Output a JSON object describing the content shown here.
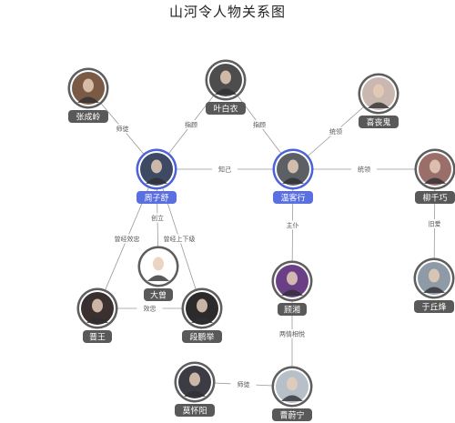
{
  "title": "山河令人物关系图",
  "nodes": [
    {
      "id": "zhangchengling",
      "label": "张成岭",
      "highlight": false,
      "photo": "#7a5a44"
    },
    {
      "id": "yebaiyi",
      "label": "叶白衣",
      "highlight": false,
      "photo": "#4d4d4d"
    },
    {
      "id": "xisanggui",
      "label": "喜丧鬼",
      "highlight": false,
      "photo": "#c9b7b0"
    },
    {
      "id": "zhouzishu",
      "label": "周子舒",
      "highlight": true,
      "photo": "#3e4a63"
    },
    {
      "id": "wenkexing",
      "label": "温客行",
      "highlight": true,
      "photo": "#5c5f64"
    },
    {
      "id": "liuqianqiao",
      "label": "柳千巧",
      "highlight": false,
      "photo": "#9a6f6a"
    },
    {
      "id": "dagong",
      "label": "大曾",
      "highlight": false,
      "photo": "#ffffff"
    },
    {
      "id": "jinwang",
      "label": "晋王",
      "highlight": false,
      "photo": "#3a3030"
    },
    {
      "id": "duanpengju",
      "label": "段鹏举",
      "highlight": false,
      "photo": "#2c2a2a"
    },
    {
      "id": "guxiang",
      "label": "顾湘",
      "highlight": false,
      "photo": "#6a3f86"
    },
    {
      "id": "yuqiufeng",
      "label": "于丘烽",
      "highlight": false,
      "photo": "#8e9aa6"
    },
    {
      "id": "mohuaiyang",
      "label": "莫怀阳",
      "highlight": false,
      "photo": "#3c3c44"
    },
    {
      "id": "caoweining",
      "label": "曹蔚宁",
      "highlight": false,
      "photo": "#b7c0c8"
    }
  ],
  "edges": [
    {
      "from": "zhouzishu",
      "to": "zhangchengling",
      "label": "师徒"
    },
    {
      "from": "zhouzishu",
      "to": "yebaiyi",
      "label": "指顾"
    },
    {
      "from": "wenkexing",
      "to": "yebaiyi",
      "label": "指顾"
    },
    {
      "from": "wenkexing",
      "to": "xisanggui",
      "label": "统领"
    },
    {
      "from": "zhouzishu",
      "to": "wenkexing",
      "label": "知己"
    },
    {
      "from": "wenkexing",
      "to": "liuqianqiao",
      "label": "统领"
    },
    {
      "from": "zhouzishu",
      "to": "dagong",
      "label": "创立"
    },
    {
      "from": "zhouzishu",
      "to": "jinwang",
      "label": "曾经效忠"
    },
    {
      "from": "zhouzishu",
      "to": "duanpengju",
      "label": "曾经上下级"
    },
    {
      "from": "jinwang",
      "to": "duanpengju",
      "label": "效忠"
    },
    {
      "from": "wenkexing",
      "to": "guxiang",
      "label": "主仆"
    },
    {
      "from": "liuqianqiao",
      "to": "yuqiufeng",
      "label": "旧爱"
    },
    {
      "from": "guxiang",
      "to": "caoweining",
      "label": "两情相悦"
    },
    {
      "from": "mohuaiyang",
      "to": "caoweining",
      "label": "师徒"
    }
  ]
}
